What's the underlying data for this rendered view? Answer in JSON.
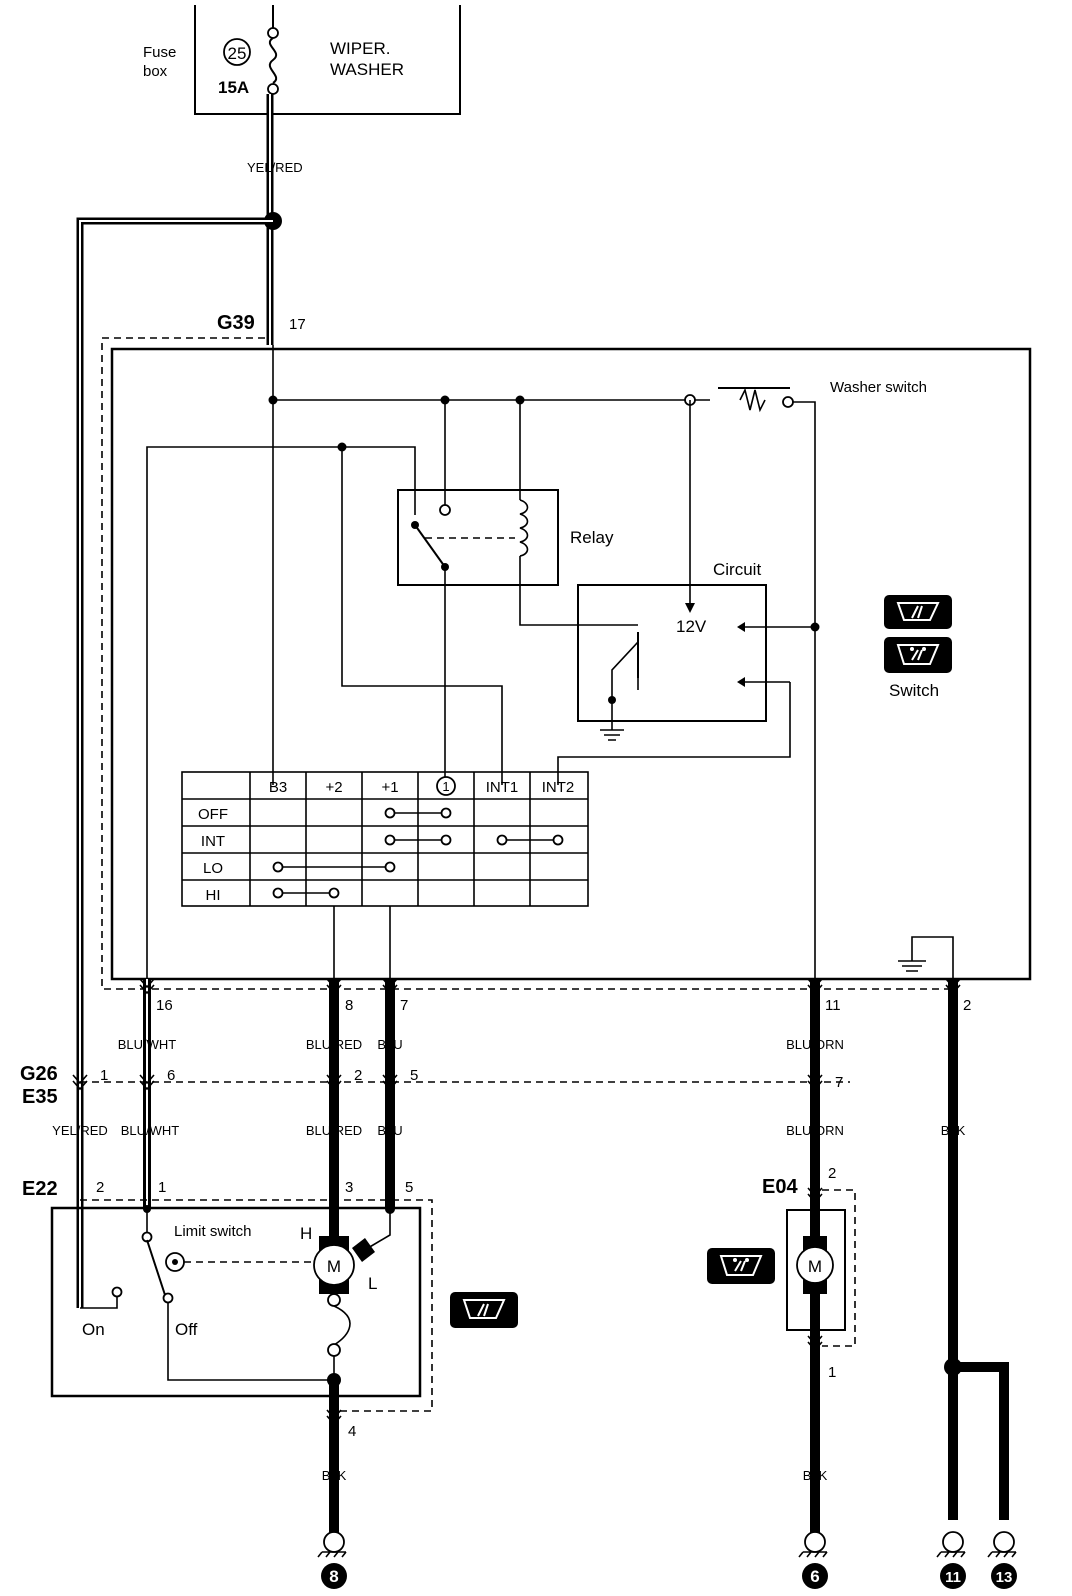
{
  "fuse_box": {
    "label_line1": "Fuse",
    "label_line2": "box",
    "fuse_number": "25",
    "fuse_rating": "15A",
    "circuit_line1": "WIPER.",
    "circuit_line2": "WASHER"
  },
  "wire_colors": {
    "top": "YEL/RED",
    "pin16": "BLU/WHT",
    "pin8": "BLU/RED",
    "pin7": "BLU",
    "pin11": "BLU/ORN",
    "pin2": "BLK",
    "left_lower": "YEL/RED",
    "pin16_lower": "BLU/WHT",
    "pin8_lower": "BLU/RED",
    "pin7_lower": "BLU",
    "pin11_lower": "BLU/ORN",
    "motor_ground": "BLK",
    "washer_ground": "BLK"
  },
  "connectors": {
    "g39": "G39",
    "g39_pin": "17",
    "g26": "G26",
    "e35": "E35",
    "e22": "E22",
    "e04": "E04",
    "pins_top": [
      "16",
      "8",
      "7",
      "11",
      "2"
    ],
    "pins_mid": [
      "1",
      "6",
      "2",
      "5",
      "7"
    ],
    "pins_e22": [
      "2",
      "1",
      "3",
      "5"
    ],
    "e04_top": "2",
    "e04_bottom": "1",
    "motor_bottom": "4"
  },
  "switch_block": {
    "washer_switch": "Washer switch",
    "relay": "Relay",
    "circuit": "Circuit",
    "voltage": "12V",
    "switch_label": "Switch",
    "table_headers": [
      "B3",
      "+2",
      "+1",
      "1",
      "INT1",
      "INT2"
    ],
    "table_rows": [
      "OFF",
      "INT",
      "LO",
      "HI"
    ]
  },
  "motor": {
    "limit_switch": "Limit switch",
    "h_label": "H",
    "l_label": "L",
    "m_label": "M",
    "on_label": "On",
    "off_label": "Off",
    "washer_motor_label": "M"
  },
  "grounds": [
    "8",
    "6",
    "11",
    "13"
  ],
  "icons": [
    "wiper-icon",
    "washer-icon",
    "wiper-icon",
    "washer-icon"
  ]
}
